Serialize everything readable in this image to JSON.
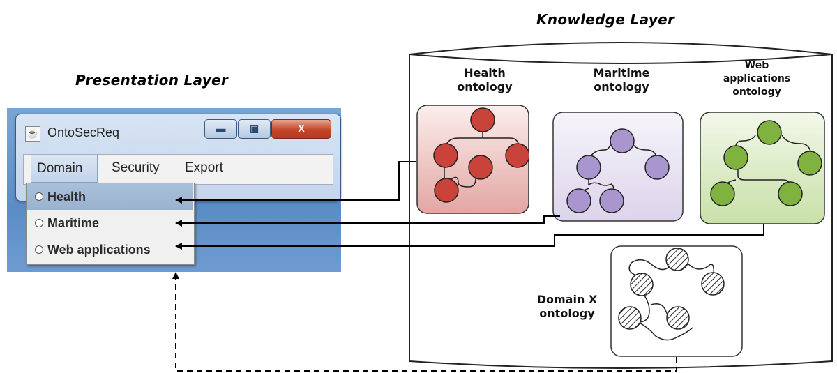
{
  "presentation_layer": {
    "title": "Presentation Layer",
    "window": {
      "title": "OntoSecReq",
      "app_icon": "java-cup-icon",
      "controls": {
        "minimize": "minimize-icon",
        "maximize": "maximize-icon",
        "close": "X"
      },
      "menu": [
        "Domain",
        "Security",
        "Export"
      ],
      "dropdown": [
        "Health",
        "Maritime",
        "Web applications"
      ]
    }
  },
  "knowledge_layer": {
    "title": "Knowledge Layer",
    "ontologies": [
      {
        "label_lines": [
          "Health",
          "ontology"
        ],
        "fill": "#c9433b",
        "box_color": "#e8b4b1"
      },
      {
        "label_lines": [
          "Maritime",
          "ontology"
        ],
        "fill": "#a996cf",
        "box_color": "#e3deee"
      },
      {
        "label_lines": [
          "Web",
          "applications",
          "ontology"
        ],
        "fill": "#7fb23f",
        "box_color": "#d3e6b9"
      },
      {
        "label_lines": [
          "Domain X",
          "ontology"
        ],
        "fill": "hatched",
        "box_color": "#ffffff"
      }
    ]
  }
}
